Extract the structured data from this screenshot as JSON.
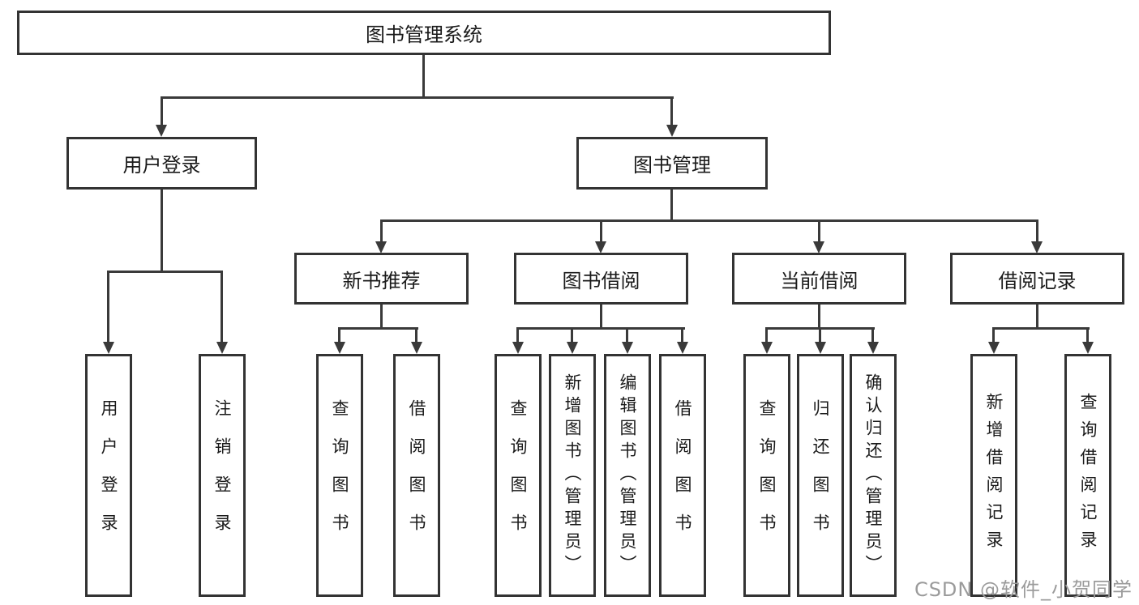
{
  "tree": {
    "root": {
      "label": "图书管理系统",
      "children": [
        {
          "label": "用户登录",
          "children": [
            {
              "label": "用户登录"
            },
            {
              "label": "注销登录"
            }
          ]
        },
        {
          "label": "图书管理",
          "children": [
            {
              "label": "新书推荐",
              "children": [
                {
                  "label": "查询图书"
                },
                {
                  "label": "借阅图书"
                }
              ]
            },
            {
              "label": "图书借阅",
              "children": [
                {
                  "label": "查询图书"
                },
                {
                  "label": "新增图书（管理员）"
                },
                {
                  "label": "编辑图书（管理员）"
                },
                {
                  "label": "借阅图书"
                }
              ]
            },
            {
              "label": "当前借阅",
              "children": [
                {
                  "label": "查询图书"
                },
                {
                  "label": "归还图书"
                },
                {
                  "label": "确认归还（管理员）"
                }
              ]
            },
            {
              "label": "借阅记录",
              "children": [
                {
                  "label": "新增借阅记录"
                },
                {
                  "label": "查询借阅记录"
                }
              ]
            }
          ]
        }
      ]
    }
  },
  "watermark": {
    "text": "CSDN @软件_小贺同学"
  },
  "colors": {
    "line": "#3a3a3a",
    "border": "#333333",
    "text": "#1a1a1a",
    "watermark": "#9b9b9b",
    "background": "#ffffff"
  }
}
